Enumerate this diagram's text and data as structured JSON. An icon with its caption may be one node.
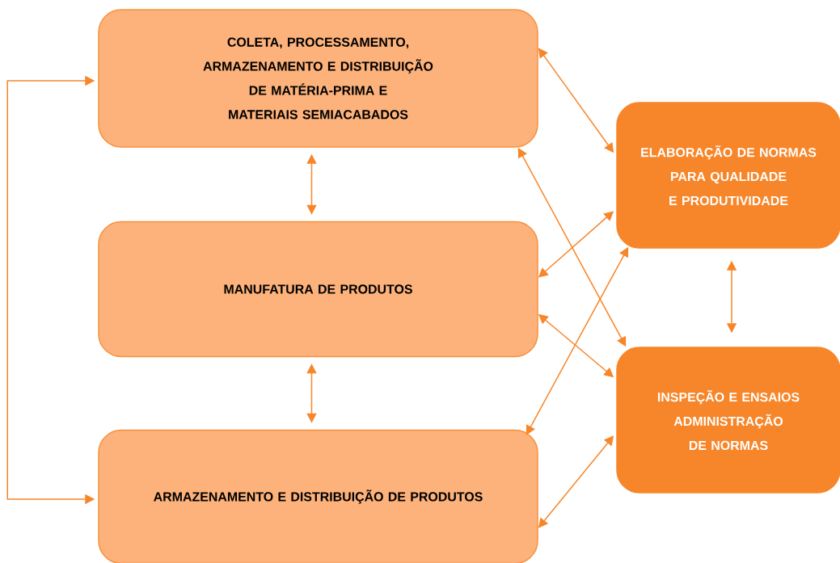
{
  "diagram": {
    "nodes": [
      {
        "text": [
          "COLETA, PROCESSAMENTO, ARMAZENAMENTO E DISTRIBUIÇÃO DE MATÉRIA-PRIMA E MATERIAIS SEMIACABADOS"
        ]
      },
      {
        "text": [
          "MANUFATURA DE PRODUTOS"
        ]
      },
      {
        "text": [
          "ARMAZENAMENTO E DISTRIBUIÇÃO DE PRODUTOS"
        ]
      },
      {
        "text": [
          "ELABORAÇÃO DE NORMAS PARA QUALIDADE E PRODUTIVIDADE"
        ]
      },
      {
        "text": [
          "INSPEÇÃO E ENSAIOS ADMINISTRAÇÃO DE NORMAS"
        ]
      }
    ],
    "edges": [
      {
        "from": 0,
        "to": 1,
        "arrow": "both"
      },
      {
        "from": 1,
        "to": 2,
        "arrow": "both"
      },
      {
        "from": 0,
        "to": 2,
        "arrow": "both"
      },
      {
        "from": 0,
        "to": 3,
        "arrow": "both"
      },
      {
        "from": 0,
        "to": 4,
        "arrow": "both"
      },
      {
        "from": 1,
        "to": 3,
        "arrow": "both"
      },
      {
        "from": 1,
        "to": 4,
        "arrow": "both"
      },
      {
        "from": 2,
        "to": 3,
        "arrow": "both"
      },
      {
        "from": 2,
        "to": 4,
        "arrow": "both"
      },
      {
        "from": 3,
        "to": 4,
        "arrow": "both"
      }
    ]
  }
}
